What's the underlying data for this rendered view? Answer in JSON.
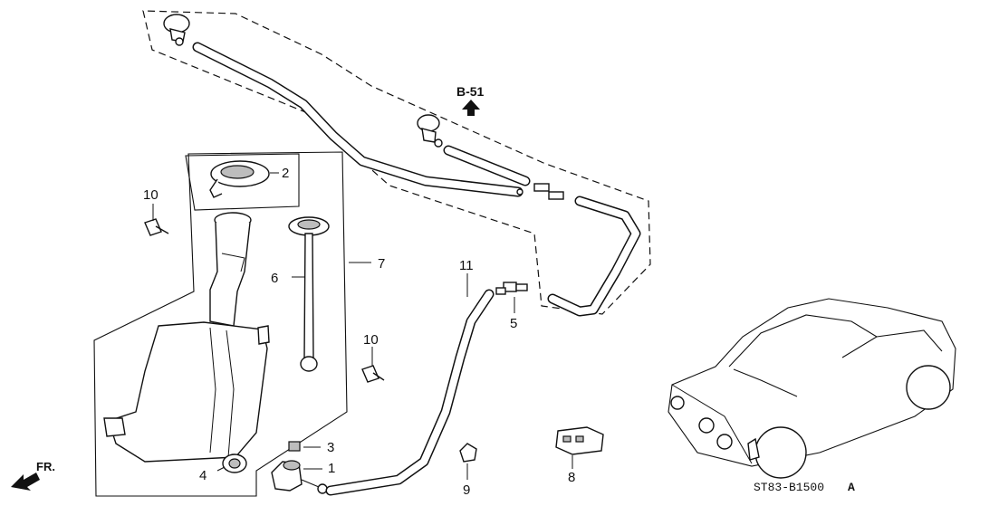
{
  "diagram": {
    "ref_arrow_label": "B-51",
    "direction_label": "FR.",
    "drawing_code": "ST83-B1500",
    "drawing_revision": "A",
    "callouts": {
      "c1": "1",
      "c2": "2",
      "c3": "3",
      "c4": "4",
      "c5": "5",
      "c6": "6",
      "c7": "7",
      "c8": "8",
      "c9": "9",
      "c10a": "10",
      "c10b": "10",
      "c11": "11"
    }
  }
}
